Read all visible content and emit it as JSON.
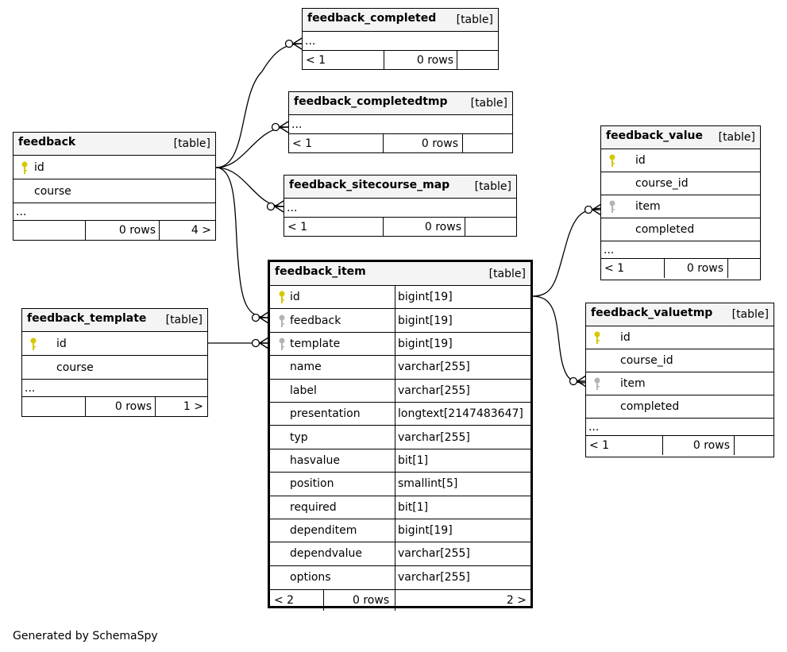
{
  "footer": "Generated by SchemaSpy",
  "tables": {
    "feedback_completed": {
      "name": "feedback_completed",
      "kind": "[table]",
      "ellipsis": "...",
      "left": "< 1",
      "rows": "0 rows"
    },
    "feedback_completedtmp": {
      "name": "feedback_completedtmp",
      "kind": "[table]",
      "ellipsis": "...",
      "left": "< 1",
      "rows": "0 rows"
    },
    "feedback_sitecourse_map": {
      "name": "feedback_sitecourse_map",
      "kind": "[table]",
      "ellipsis": "...",
      "left": "< 1",
      "rows": "0 rows"
    },
    "feedback": {
      "name": "feedback",
      "kind": "[table]",
      "cols": [
        "id",
        "course"
      ],
      "ellipsis": "...",
      "rows": "0 rows",
      "right": "4 >"
    },
    "feedback_template": {
      "name": "feedback_template",
      "kind": "[table]",
      "cols": [
        "id",
        "course"
      ],
      "ellipsis": "...",
      "rows": "0 rows",
      "right": "1 >"
    },
    "feedback_value": {
      "name": "feedback_value",
      "kind": "[table]",
      "cols": [
        "id",
        "course_id",
        "item",
        "completed"
      ],
      "ellipsis": "...",
      "left": "< 1",
      "rows": "0 rows"
    },
    "feedback_valuetmp": {
      "name": "feedback_valuetmp",
      "kind": "[table]",
      "cols": [
        "id",
        "course_id",
        "item",
        "completed"
      ],
      "ellipsis": "...",
      "left": "< 1",
      "rows": "0 rows"
    },
    "feedback_item": {
      "name": "feedback_item",
      "kind": "[table]",
      "cols": [
        {
          "name": "id",
          "type": "bigint[19]"
        },
        {
          "name": "feedback",
          "type": "bigint[19]"
        },
        {
          "name": "template",
          "type": "bigint[19]"
        },
        {
          "name": "name",
          "type": "varchar[255]"
        },
        {
          "name": "label",
          "type": "varchar[255]"
        },
        {
          "name": "presentation",
          "type": "longtext[2147483647]"
        },
        {
          "name": "typ",
          "type": "varchar[255]"
        },
        {
          "name": "hasvalue",
          "type": "bit[1]"
        },
        {
          "name": "position",
          "type": "smallint[5]"
        },
        {
          "name": "required",
          "type": "bit[1]"
        },
        {
          "name": "dependitem",
          "type": "bigint[19]"
        },
        {
          "name": "dependvalue",
          "type": "varchar[255]"
        },
        {
          "name": "options",
          "type": "varchar[255]"
        }
      ],
      "left": "< 2",
      "rows": "0 rows",
      "right": "2 >"
    }
  },
  "colors": {
    "primary_key": "#d4c800",
    "foreign_key": "#b4b4b4",
    "header_bg": "#f4f4f4"
  }
}
